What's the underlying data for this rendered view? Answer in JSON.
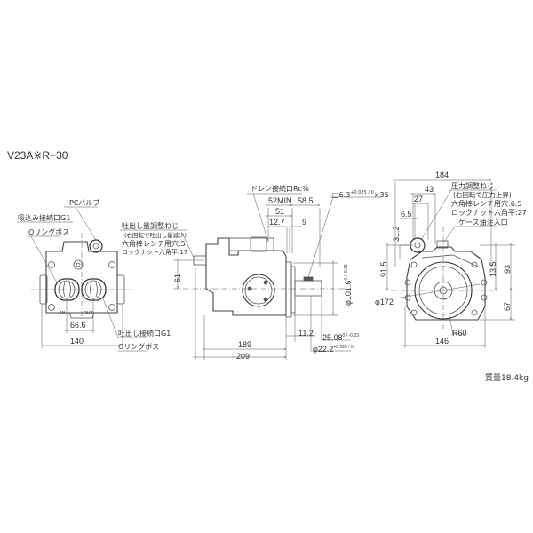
{
  "title": "V23A※R−30",
  "mass": "質量18.4kg",
  "front_view": {
    "labels": {
      "pc_valve": "PCバルブ",
      "suction_port": "吸込み接続口G1",
      "o_ring_boss_top": "Oリングボス",
      "discharge_port": "吐出し接続口G1",
      "o_ring_boss_bottom": "Oリングボス",
      "in": "IN",
      "out": "OUT"
    },
    "dims": {
      "port_spacing": "66.6",
      "width": "140"
    }
  },
  "side_view": {
    "labels": {
      "flow_adjust_screw": "吐出し量調整ねじ",
      "flow_adjust_note": "(右回転で吐出し量減少)",
      "flow_adjust_hex": "六角棒レンチ用穴:5",
      "flow_adjust_nut": "ロックナット六角平:17",
      "drain_port": "ドレン接続口Rc",
      "drain_port_size": "⅜",
      "key": "□6.3",
      "key_tol": "+0.025 / 0",
      "key_len": "×35"
    },
    "dims": {
      "d52min": "52MIN",
      "d58_5": "58.5",
      "d51": "51",
      "d12_7": "12.7",
      "d9": "9",
      "d61": "61",
      "d101_6": "φ101.6",
      "d101_6_tol": "0 / -0.05",
      "d11_2": "11.2",
      "d189": "189",
      "d209": "209",
      "d25_08": "25.08",
      "d25_08_tol": "0 / -0.23",
      "d22_2": "φ22.2",
      "d22_2_tol": "+0.025 / 0"
    }
  },
  "rear_view": {
    "labels": {
      "pressure_adjust_screw": "圧力調整ねじ",
      "pressure_adjust_note": "(右回転で圧力上昇)",
      "pressure_adjust_hex": "六角棒レンチ用穴:6.5",
      "pressure_adjust_nut": "ロックナット六角平:27",
      "case_oil_inlet": "ケース油注入口"
    },
    "dims": {
      "d184": "184",
      "d43": "43",
      "d27": "27",
      "d6_5": "6.5",
      "d31_2": "31.2",
      "d91_5": "91.5",
      "d172": "φ172",
      "d13_5": "13.5",
      "d93": "93",
      "d67": "67",
      "r60": "R60",
      "d146": "146"
    }
  }
}
